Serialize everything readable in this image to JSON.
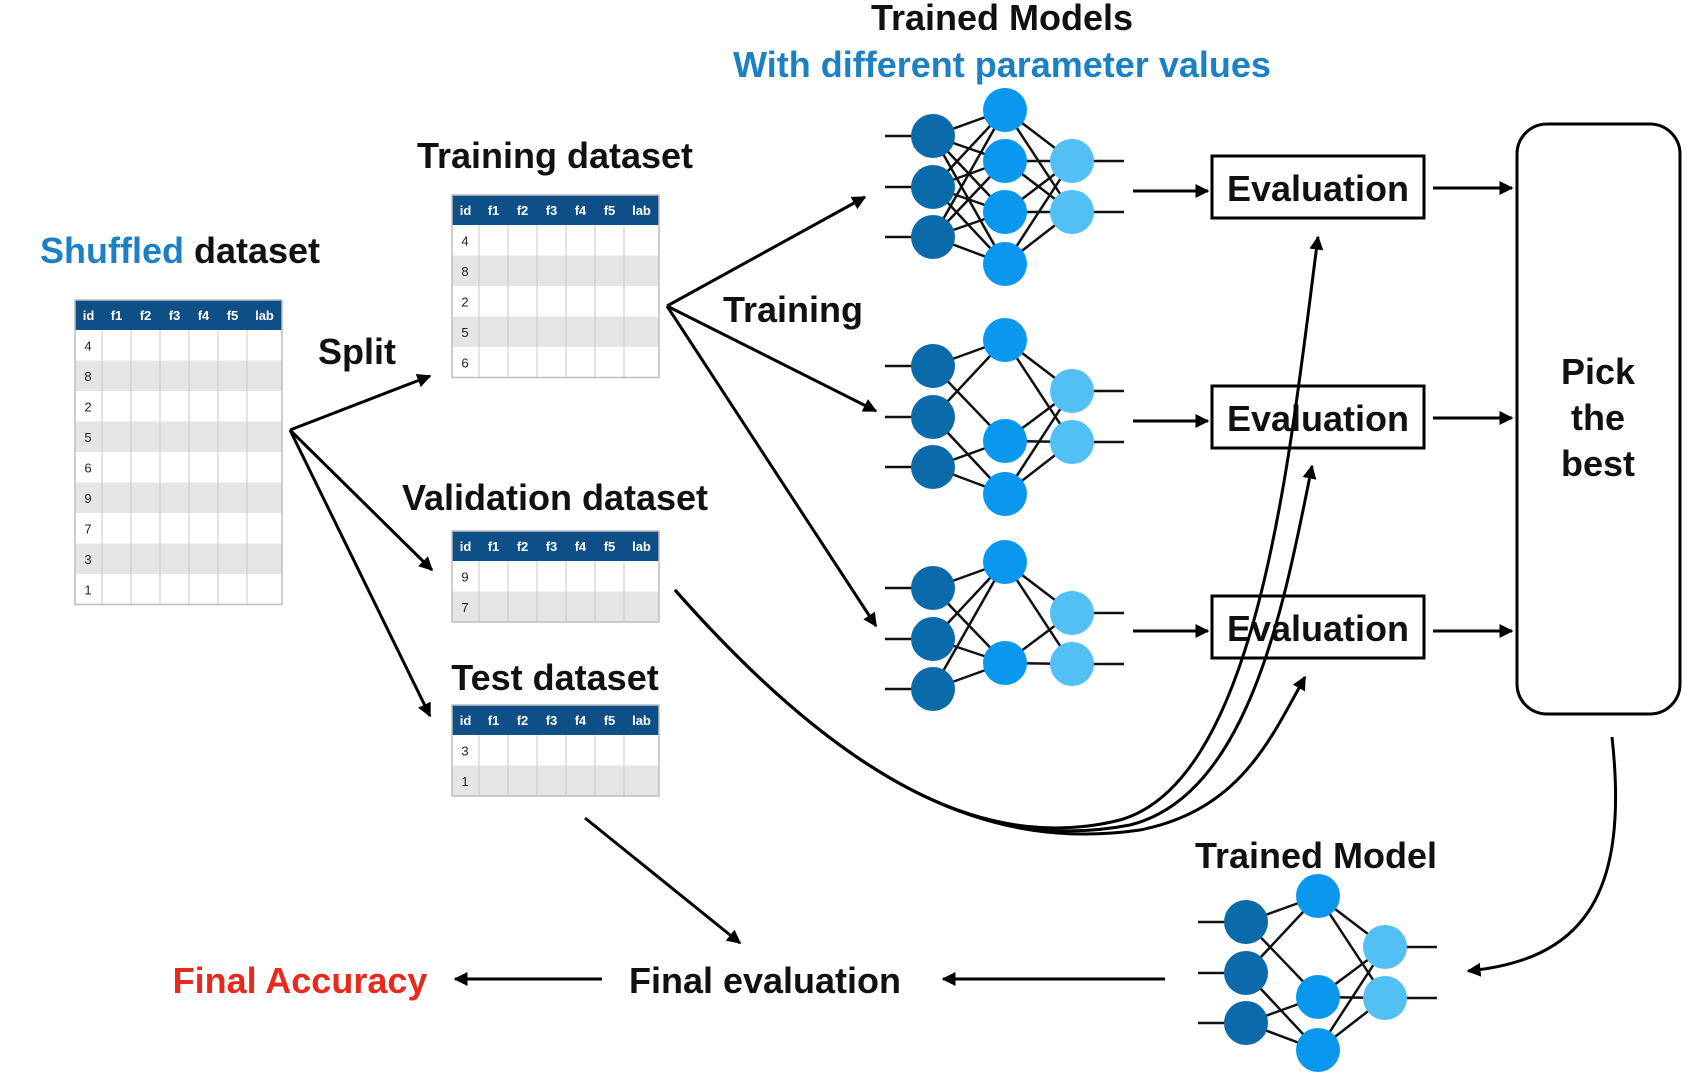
{
  "titles": {
    "trained_models": "Trained Models",
    "trained_models_sub": "With different parameter values",
    "shuffled_word": "Shuffled",
    "dataset_word": "dataset",
    "training_dataset": "Training dataset",
    "validation_dataset": "Validation dataset",
    "test_dataset": "Test dataset",
    "trained_model": "Trained Model"
  },
  "labels": {
    "split": "Split",
    "training": "Training",
    "evaluation": "Evaluation",
    "pick_best": [
      "Pick",
      "the",
      "best"
    ],
    "final_evaluation": "Final evaluation",
    "final_accuracy": "Final Accuracy"
  },
  "table_headers": [
    "id",
    "f1",
    "f2",
    "f3",
    "f4",
    "f5",
    "lab"
  ],
  "tables": {
    "shuffled": [
      "4",
      "8",
      "2",
      "5",
      "6",
      "9",
      "7",
      "3",
      "1"
    ],
    "training": [
      "4",
      "8",
      "2",
      "5",
      "6"
    ],
    "validation": [
      "9",
      "7"
    ],
    "test": [
      "3",
      "1"
    ]
  },
  "colors": {
    "header_bg": "#0d4f86",
    "accent_blue": "#1b80c4",
    "final_red": "#e8291c",
    "node_dark": "#0a6aaa",
    "node_mid": "#0a98ee",
    "node_light": "#52bff5",
    "stripe": "#e5e5e7"
  }
}
